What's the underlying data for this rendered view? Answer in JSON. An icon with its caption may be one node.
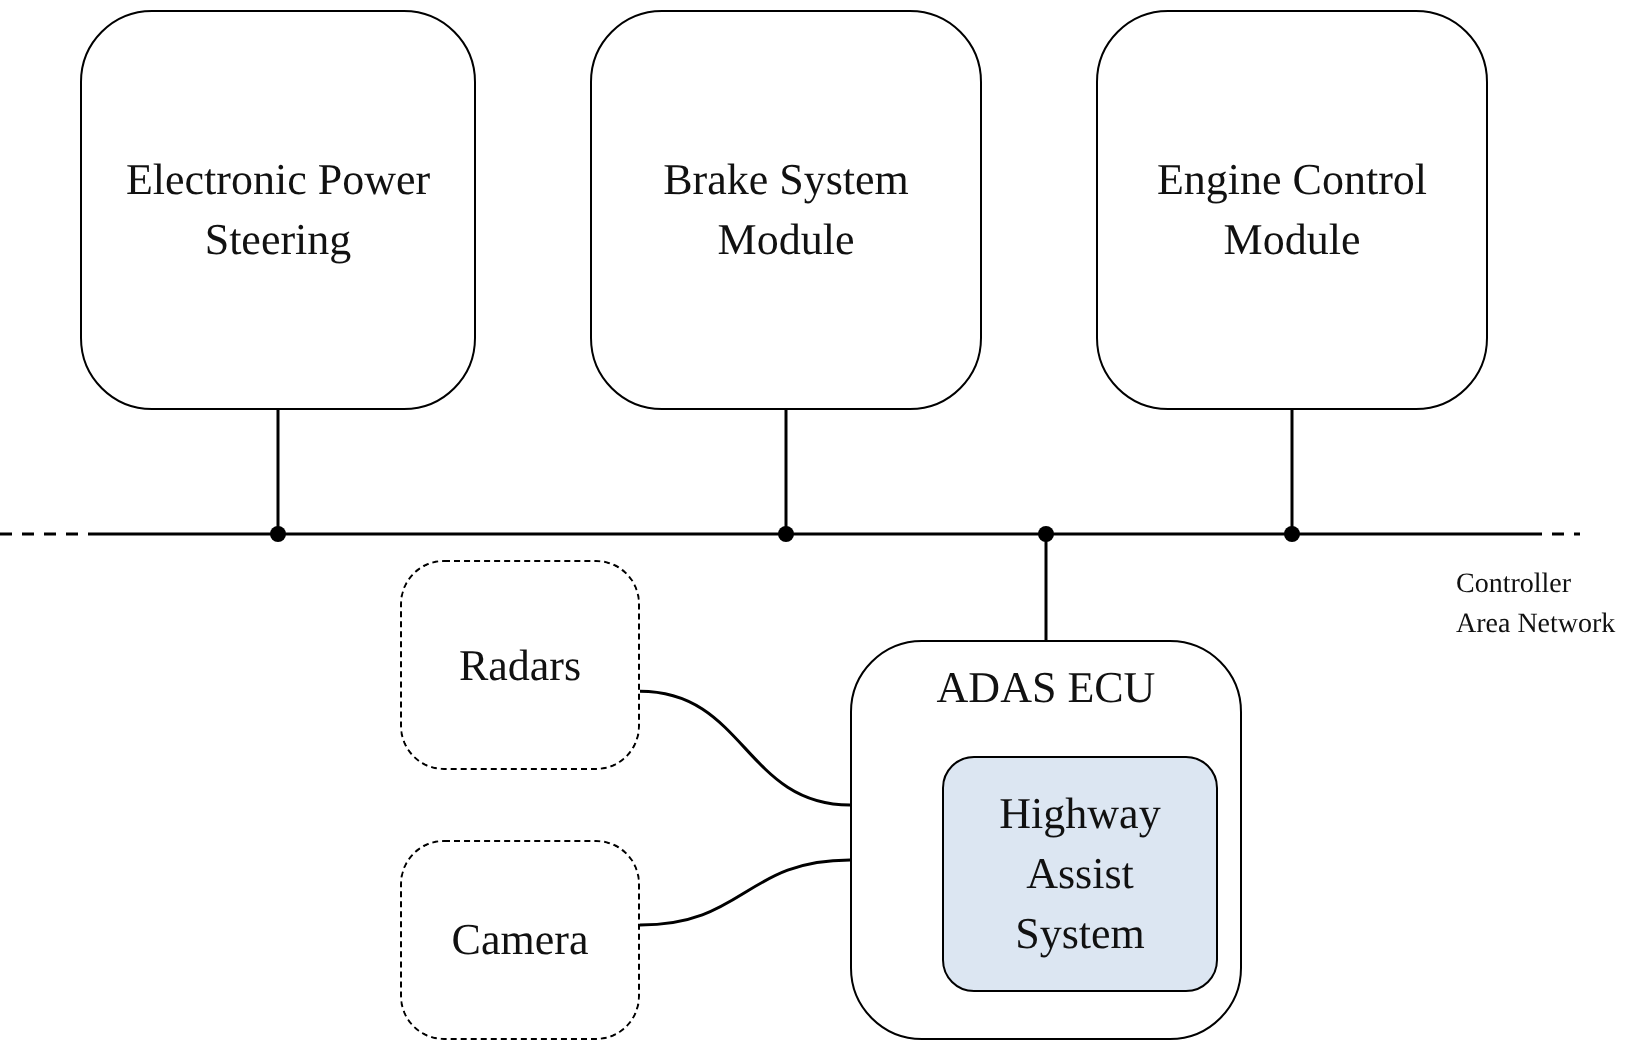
{
  "diagram": {
    "nodes": [
      {
        "text": [
          "Electronic Power Steering"
        ]
      },
      {
        "text": [
          "Brake System Module"
        ]
      },
      {
        "text": [
          "Engine Control Module"
        ]
      },
      {
        "text": [],
        "shape": "bar",
        "beside": [
          "Controller Area Network"
        ]
      },
      {
        "text": [
          "Radars"
        ]
      },
      {
        "text": [
          "Camera"
        ]
      },
      {
        "text": [
          "ADAS ECU"
        ]
      },
      {
        "text": [
          "Highway Assist System"
        ],
        "in": 6
      }
    ],
    "edges": [
      {
        "from": 0,
        "to": 3,
        "arrow": "other"
      },
      {
        "from": 1,
        "to": 3,
        "arrow": "other"
      },
      {
        "from": 6,
        "to": 3,
        "arrow": "other"
      },
      {
        "from": 2,
        "to": 3,
        "arrow": "other"
      },
      {
        "from": 4,
        "to": 6,
        "arrow": "none"
      },
      {
        "from": 5,
        "to": 6,
        "arrow": "none"
      }
    ]
  }
}
